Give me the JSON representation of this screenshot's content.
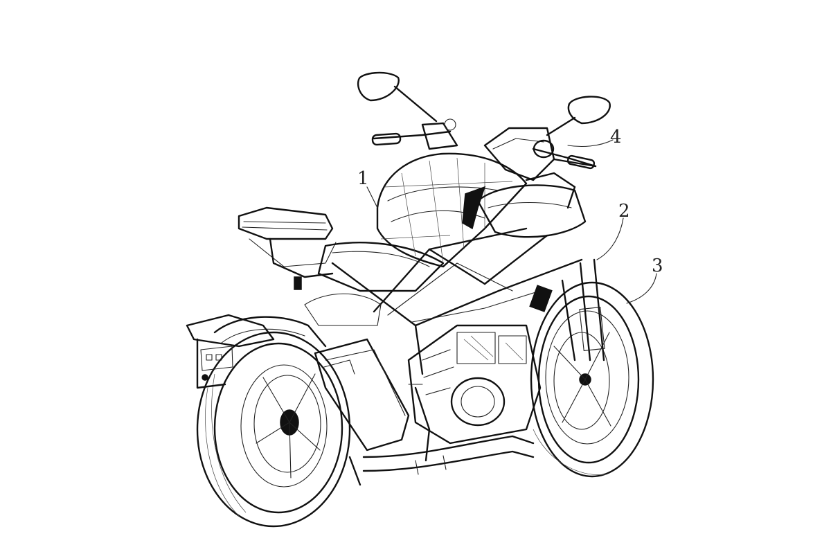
{
  "callouts": [
    {
      "id": "1",
      "label": "1"
    },
    {
      "id": "2",
      "label": "2"
    },
    {
      "id": "3",
      "label": "3"
    },
    {
      "id": "4",
      "label": "4"
    }
  ],
  "colors": {
    "background": "#ffffff",
    "linework": "#111111"
  }
}
